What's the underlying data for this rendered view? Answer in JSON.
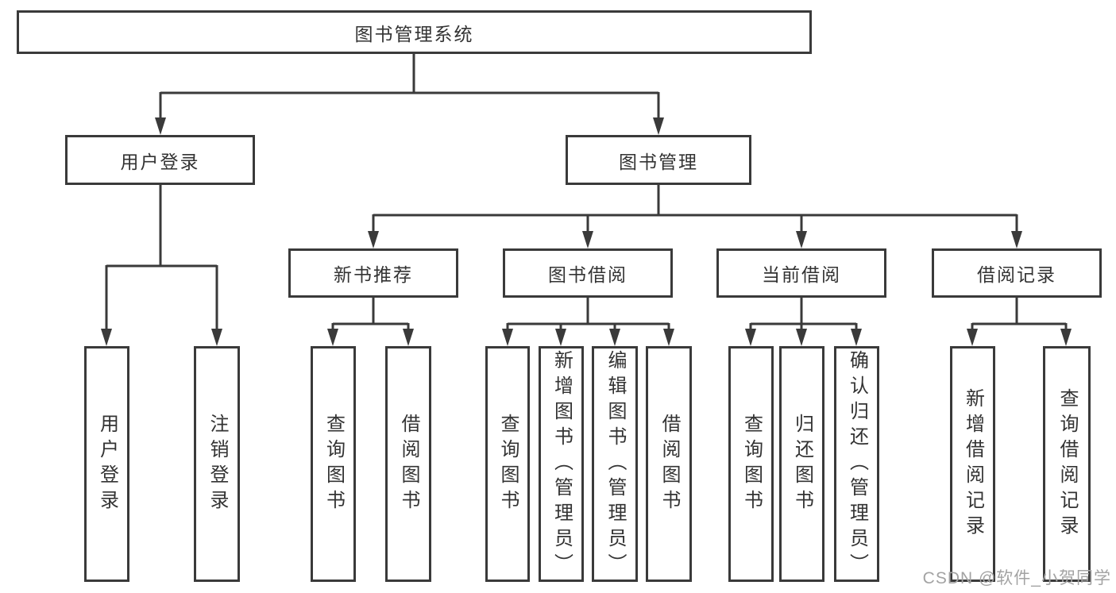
{
  "diagram": {
    "title": "图书管理系统",
    "nodes": {
      "root": {
        "label": "图书管理系统"
      },
      "level2": [
        {
          "label": "用户登录"
        },
        {
          "label": "图书管理"
        }
      ],
      "level3": [
        {
          "label": "新书推荐",
          "parent": "图书管理"
        },
        {
          "label": "图书借阅",
          "parent": "图书管理"
        },
        {
          "label": "当前借阅",
          "parent": "图书管理"
        },
        {
          "label": "借阅记录",
          "parent": "图书管理"
        }
      ],
      "leaves": [
        {
          "label": "用户登录",
          "parent": "用户登录"
        },
        {
          "label": "注销登录",
          "parent": "用户登录"
        },
        {
          "label": "查询图书",
          "parent": "新书推荐"
        },
        {
          "label": "借阅图书",
          "parent": "新书推荐"
        },
        {
          "label": "查询图书",
          "parent": "图书借阅"
        },
        {
          "label": "新增图书（管理员）",
          "parent": "图书借阅"
        },
        {
          "label": "编辑图书（管理员）",
          "parent": "图书借阅"
        },
        {
          "label": "借阅图书",
          "parent": "图书借阅"
        },
        {
          "label": "查询图书",
          "parent": "当前借阅"
        },
        {
          "label": "归还图书",
          "parent": "当前借阅"
        },
        {
          "label": "确认归还（管理员）",
          "parent": "当前借阅"
        },
        {
          "label": "新增借阅记录",
          "parent": "借阅记录"
        },
        {
          "label": "查询借阅记录",
          "parent": "借阅记录"
        }
      ]
    },
    "colors": {
      "line": "#3a3a3a",
      "text": "#333333",
      "background": "#ffffff",
      "watermark": "#a3a3a3"
    }
  },
  "watermark": {
    "text": "CSDN @软件_小贺同学"
  }
}
